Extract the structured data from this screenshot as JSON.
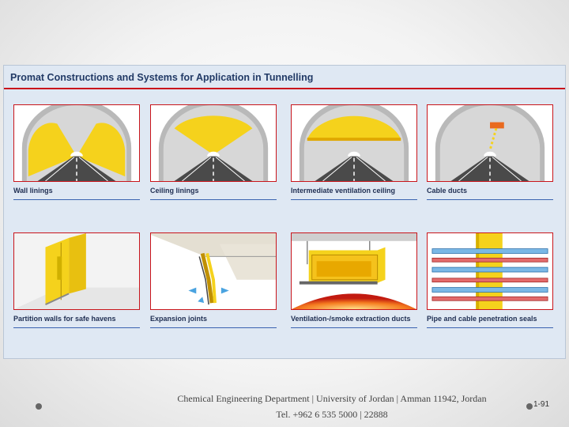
{
  "figure": {
    "title": "Promat Constructions and Systems for Application in Tunnelling",
    "panels": [
      {
        "caption": "Wall linings",
        "icon": "tunnel-wall-lining-illustration"
      },
      {
        "caption": "Ceiling linings",
        "icon": "tunnel-ceiling-lining-illustration"
      },
      {
        "caption": "Intermediate ventilation ceiling",
        "icon": "tunnel-ventilation-ceiling-illustration"
      },
      {
        "caption": "Cable ducts",
        "icon": "tunnel-cable-duct-illustration"
      },
      {
        "caption": "Partition walls for safe havens",
        "icon": "partition-wall-illustration"
      },
      {
        "caption": "Expansion joints",
        "icon": "expansion-joint-illustration"
      },
      {
        "caption": "Ventilation-/smoke extraction ducts",
        "icon": "smoke-duct-illustration"
      },
      {
        "caption": "Pipe and cable penetration seals",
        "icon": "penetration-seal-illustration"
      }
    ]
  },
  "footer": {
    "line1": "Chemical Engineering Department | University of Jordan | Amman 11942, Jordan",
    "line2": "Tel. +962 6 535 5000 | 22888"
  },
  "page_number": "1-91",
  "colors": {
    "accent_red": "#c9151b",
    "accent_blue": "#3a63b0",
    "yellow": "#f5d21c"
  }
}
